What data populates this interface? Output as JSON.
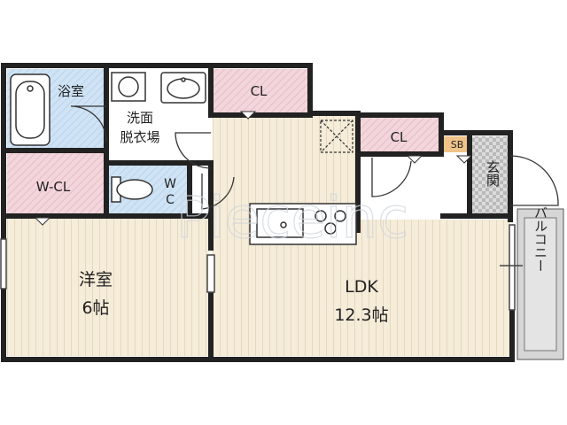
{
  "rooms": {
    "bath": "浴室",
    "washroom_line1": "洗面",
    "washroom_line2": "脱衣場",
    "cl_top": "CL",
    "cl_mid": "CL",
    "sb": "SB",
    "entrance": "玄関",
    "walk_in_closet": "W-CL",
    "wc_w": "W",
    "wc_c": "C",
    "western_room": "洋室",
    "western_size": "6帖",
    "ldk": "LDK",
    "ldk_size": "12.3帖",
    "balcony": "バルコニー"
  },
  "watermark": "Pieceinc",
  "colors": {
    "wall": "#222222",
    "floor_wood": "#f5ecd9",
    "floor_stripe": "#e6d8bd",
    "wet_area": "#cfe3f4",
    "wet_stripe": "#b9d3ec",
    "closet": "#f3d6dc",
    "closet_stripe": "#e7bcc5",
    "entrance_tile": "#c9c9c9",
    "sb": "#f0c38a",
    "balcony": "#d6d6d6"
  }
}
